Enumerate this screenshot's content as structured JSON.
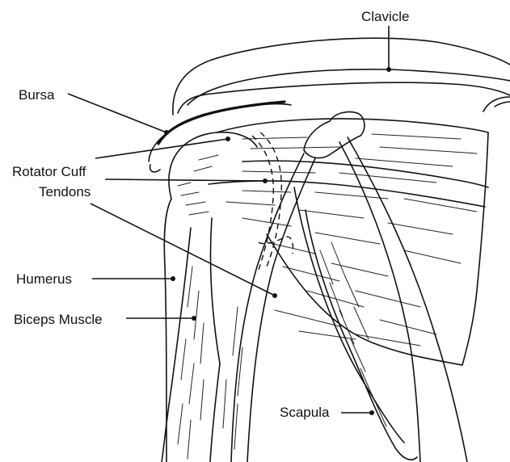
{
  "labels": {
    "clavicle": "Clavicle",
    "bursa": "Bursa",
    "rotator_cuff_line1": "Rotator Cuff",
    "rotator_cuff_line2": "Tendons",
    "humerus": "Humerus",
    "biceps_muscle": "Biceps Muscle",
    "scapula": "Scapula"
  },
  "colors": {
    "ink": "#111111",
    "background": "#ffffff"
  }
}
